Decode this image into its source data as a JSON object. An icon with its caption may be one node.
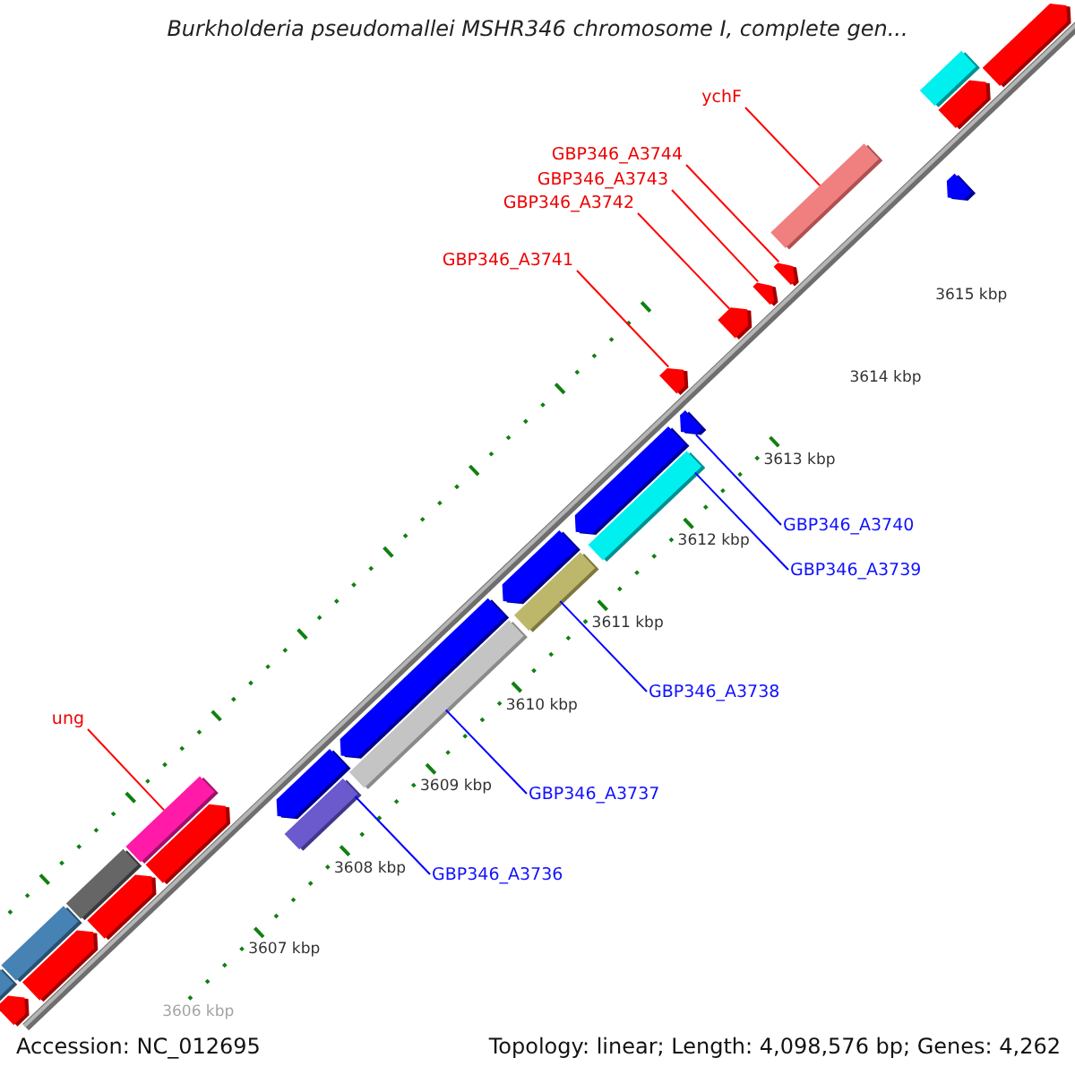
{
  "diagram": {
    "title": "Burkholderia pseudomallei MSHR346 chromosome I, complete gen...",
    "nodes": [
      {
        "text": [
          "ychF"
        ]
      },
      {
        "text": [
          "GBP346_A3744"
        ]
      },
      {
        "text": [
          "GBP346_A3743"
        ]
      },
      {
        "text": [
          "GBP346_A3742"
        ]
      },
      {
        "text": [
          "GBP346_A3741"
        ]
      },
      {
        "text": [
          "GBP346_A3740"
        ]
      },
      {
        "text": [
          "GBP346_A3739"
        ]
      },
      {
        "text": [
          "GBP346_A3738"
        ]
      },
      {
        "text": [
          "ung"
        ]
      },
      {
        "text": [
          "GBP346_A3737"
        ]
      },
      {
        "text": [
          "GBP346_A3736"
        ]
      },
      {
        "text": [],
        "shape": "pentagon"
      },
      {
        "text": [],
        "shape": "bar"
      },
      {
        "text": [],
        "shape": "bar"
      },
      {
        "text": [],
        "shape": "pentagon"
      },
      {
        "text": [],
        "shape": "bar"
      },
      {
        "text": [],
        "shape": "pentagon"
      },
      {
        "text": [],
        "shape": "bar"
      },
      {
        "text": [],
        "shape": "pentagon"
      },
      {
        "text": [],
        "shape": "bar"
      },
      {
        "text": [],
        "shape": "pentagon"
      },
      {
        "text": [],
        "shape": "bar"
      },
      {
        "text": [],
        "shape": "pentagon"
      },
      {
        "text": [],
        "shape": "bar"
      },
      {
        "text": [],
        "shape": "pentagon"
      },
      {
        "text": [],
        "shape": "bar"
      },
      {
        "text": [],
        "shape": "pentagon"
      },
      {
        "text": [],
        "shape": "pentagon"
      },
      {
        "text": [],
        "shape": "pentagon"
      },
      {
        "text": [],
        "shape": "pentagon"
      },
      {
        "text": [],
        "shape": "pentagon"
      },
      {
        "text": [],
        "shape": "pentagon"
      },
      {
        "text": [],
        "shape": "bar"
      },
      {
        "text": [],
        "shape": "pentagon"
      },
      {
        "text": [],
        "shape": "pentagon"
      },
      {
        "text": [],
        "shape": "bar"
      },
      {
        "text": [],
        "shape": "pentagon"
      }
    ],
    "edges": [
      {
        "from": 0,
        "to": 32,
        "arrow": "none"
      },
      {
        "from": 1,
        "to": 31,
        "arrow": "none"
      },
      {
        "from": 2,
        "to": 30,
        "arrow": "none"
      },
      {
        "from": 3,
        "to": 29,
        "arrow": "none"
      },
      {
        "from": 4,
        "to": 28,
        "arrow": "none"
      },
      {
        "from": 5,
        "to": 27,
        "arrow": "none",
        "color": "#0000ff"
      },
      {
        "from": 6,
        "to": 25,
        "arrow": "none",
        "color": "#0000ff"
      },
      {
        "from": 7,
        "to": 23,
        "arrow": "none",
        "color": "#0000ff"
      },
      {
        "from": 8,
        "to": 17,
        "arrow": "none"
      },
      {
        "from": 9,
        "to": 21,
        "arrow": "none",
        "color": "#0000ff"
      },
      {
        "from": 10,
        "to": 19,
        "arrow": "none",
        "color": "#0000ff"
      }
    ],
    "labels": [
      "3615 kbp",
      "3614 kbp",
      "3613 kbp",
      "3612 kbp",
      "3611 kbp",
      "3610 kbp",
      "3609 kbp",
      "3608 kbp",
      "3607 kbp",
      "3606 kbp",
      "Accession: NC_012695",
      "Topology: linear; Length: 4,098,576 bp; Genes: 4,262"
    ]
  }
}
